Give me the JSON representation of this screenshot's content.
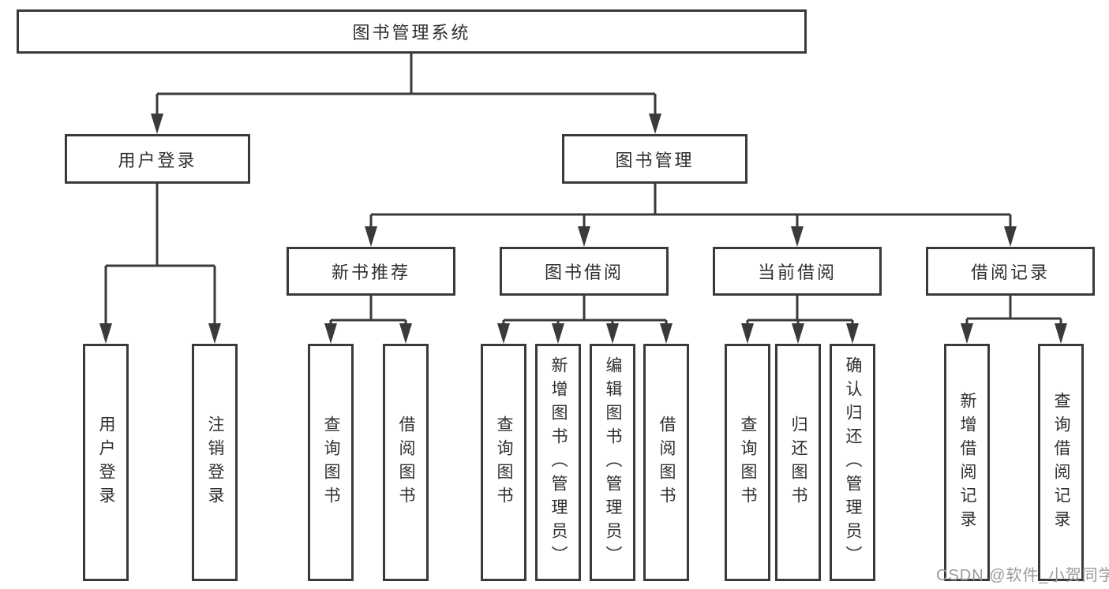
{
  "diagram": {
    "root": {
      "label": "图书管理系统"
    },
    "children": [
      {
        "label": "用户登录",
        "children": [
          {
            "label": "用户登录"
          },
          {
            "label": "注销登录"
          }
        ]
      },
      {
        "label": "图书管理",
        "children": [
          {
            "label": "新书推荐",
            "children": [
              {
                "label": "查询图书"
              },
              {
                "label": "借阅图书"
              }
            ]
          },
          {
            "label": "图书借阅",
            "children": [
              {
                "label": "查询图书"
              },
              {
                "label": "新增图书（管理员）"
              },
              {
                "label": "编辑图书（管理员）"
              },
              {
                "label": "借阅图书"
              }
            ]
          },
          {
            "label": "当前借阅",
            "children": [
              {
                "label": "查询图书"
              },
              {
                "label": "归还图书"
              },
              {
                "label": "确认归还（管理员）"
              }
            ]
          },
          {
            "label": "借阅记录",
            "children": [
              {
                "label": "新增借阅记录"
              },
              {
                "label": "查询借阅记录"
              }
            ]
          }
        ]
      }
    ]
  },
  "watermark": {
    "text": "CSDN @软件_小贺同学"
  },
  "colors": {
    "line": "#3a3a3a",
    "text": "#2f2f2f",
    "watermark": "#9b9b9b"
  }
}
